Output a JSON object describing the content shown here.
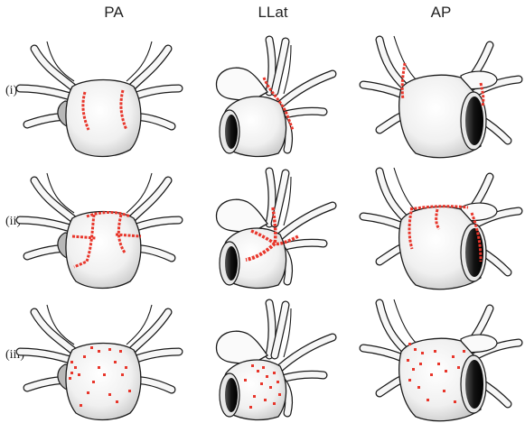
{
  "figure": {
    "columns": [
      "PA",
      "LLat",
      "AP"
    ],
    "rows": [
      "(i)",
      "(ii)",
      "(iii)"
    ]
  },
  "colors": {
    "lesion": "#e8362b",
    "outline": "#1a1a1a",
    "tissue_light": "#fafafa",
    "tissue_shade": "#cfcfcf"
  },
  "panels": [
    {
      "row": "(i)",
      "view": "PA",
      "pattern": "ring-lines"
    },
    {
      "row": "(i)",
      "view": "LLat",
      "pattern": "ring-lines"
    },
    {
      "row": "(i)",
      "view": "AP",
      "pattern": "ring-lines"
    },
    {
      "row": "(ii)",
      "view": "PA",
      "pattern": "box-lines"
    },
    {
      "row": "(ii)",
      "view": "LLat",
      "pattern": "box-lines"
    },
    {
      "row": "(ii)",
      "view": "AP",
      "pattern": "box-lines"
    },
    {
      "row": "(iii)",
      "view": "PA",
      "pattern": "scattered-points"
    },
    {
      "row": "(iii)",
      "view": "LLat",
      "pattern": "scattered-points"
    },
    {
      "row": "(iii)",
      "view": "AP",
      "pattern": "scattered-points"
    }
  ]
}
